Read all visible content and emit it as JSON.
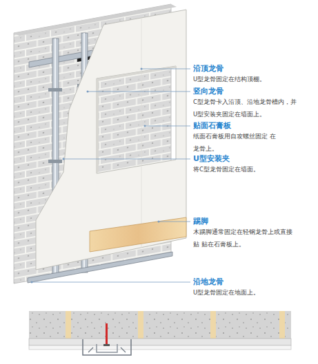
{
  "diagram": {
    "labels": [
      "沿顶龙骨",
      "U型龙骨固定在结构顶棚。",
      "竖向龙骨",
      "C型龙骨卡入沿顶、沿地龙骨槽内，并 U型安装夹固定在墙面上。",
      "贴面石膏板",
      "纸面石膏板用自攻螺丝固定 在龙骨上。",
      "U型安装夹",
      "将C型龙骨固定在墙面。",
      "踢脚",
      "木踢脚通常固定在轻钢龙骨上或直接贴 贴在石膏板上。",
      "沿地龙骨",
      "U型龙骨固定在地面上。"
    ]
  }
}
